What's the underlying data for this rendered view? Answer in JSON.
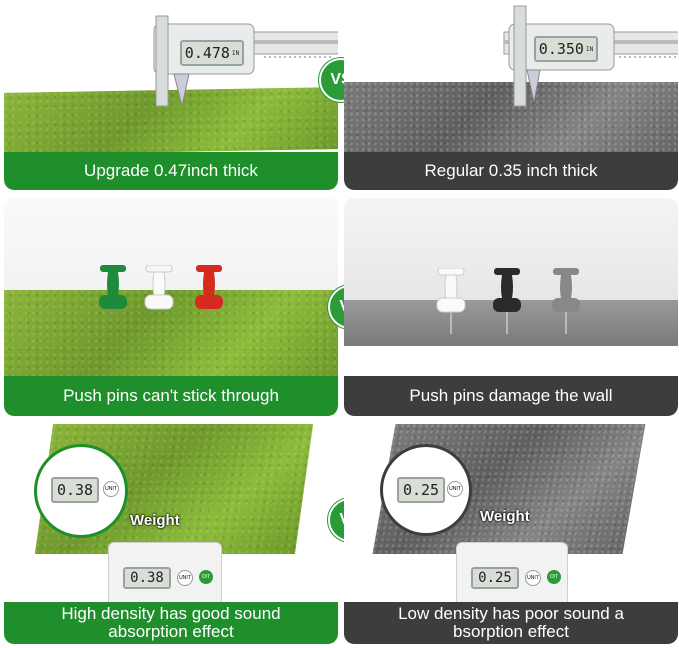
{
  "rows": [
    {
      "left": {
        "caption": "Upgrade 0.47inch thick",
        "reading": "0.478",
        "unit": "IN"
      },
      "vs": "VS",
      "right": {
        "caption": "Regular 0.35 inch thick",
        "reading": "0.350",
        "unit": "IN"
      }
    },
    {
      "left": {
        "caption": "Push pins can't stick through"
      },
      "vs": "VS",
      "right": {
        "caption": "Push pins damage the wall"
      }
    },
    {
      "left": {
        "caption_line1": "High density has good sound",
        "caption_line2": "absorption effect",
        "weight_label": "Weight",
        "scale_reading": "0.38"
      },
      "vs": "VS",
      "right": {
        "caption_line1": "Low density has poor sound a",
        "caption_line2": "bsorption effect",
        "weight_label": "Weight",
        "scale_reading": "0.25"
      }
    }
  ],
  "colors": {
    "green": "#1f8f2b",
    "grey": "#3d3d3d",
    "felt_green": "#7ea834",
    "felt_grey": "#6e6e6e"
  }
}
